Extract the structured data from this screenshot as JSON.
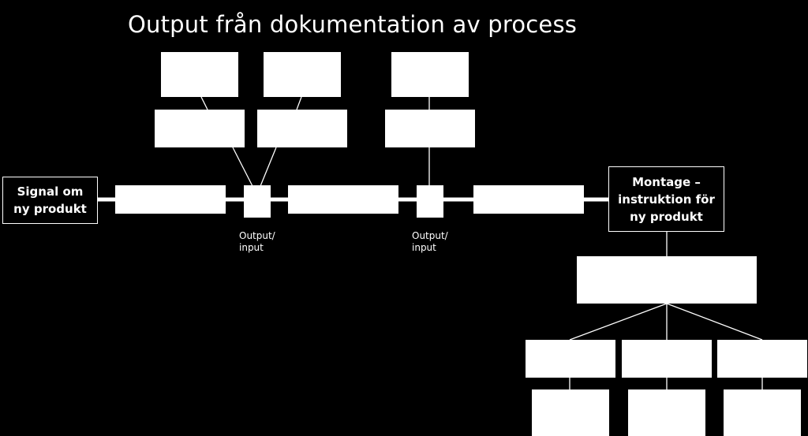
{
  "title": "Output från dokumentation av process",
  "nodes": {
    "start": "Signal om ny produkt",
    "end": "Montage – instruktion för ny produkt"
  },
  "io_labels": [
    "Output/\ninput",
    "Output/\ninput"
  ],
  "colors": {
    "background": "#000000",
    "foreground": "#ffffff"
  }
}
